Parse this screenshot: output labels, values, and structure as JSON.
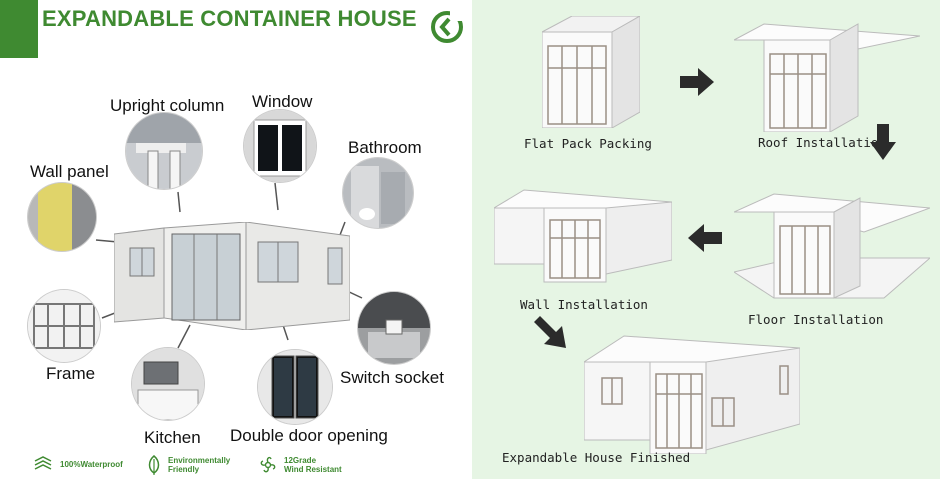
{
  "left_panel": {
    "title": "EXPANDABLE CONTAINER HOUSE",
    "features": {
      "upright_column": "Upright column",
      "window": "Window",
      "bathroom": "Bathroom",
      "wall_panel": "Wall panel",
      "frame": "Frame",
      "switch_socket": "Switch socket",
      "kitchen": "Kitchen",
      "double_door": "Double door opening"
    },
    "badges": [
      {
        "icon": "waterproof-icon",
        "text": "100%Waterproof"
      },
      {
        "icon": "leaf-icon",
        "line1": "Environmentally",
        "line2": "Friendly"
      },
      {
        "icon": "fan-icon",
        "line1": "12Grade",
        "line2": "Wind Resistant"
      }
    ]
  },
  "right_panel": {
    "steps": {
      "flat_pack": "Flat Pack Packing",
      "roof": "Roof Installation",
      "wall": "Wall Installation",
      "floor": "Floor Installation",
      "finished": "Expandable House Finished"
    }
  },
  "colors": {
    "brand_green": "#3f8a31",
    "right_bg": "#e6f5e4",
    "arrow": "#2b2b2b"
  }
}
